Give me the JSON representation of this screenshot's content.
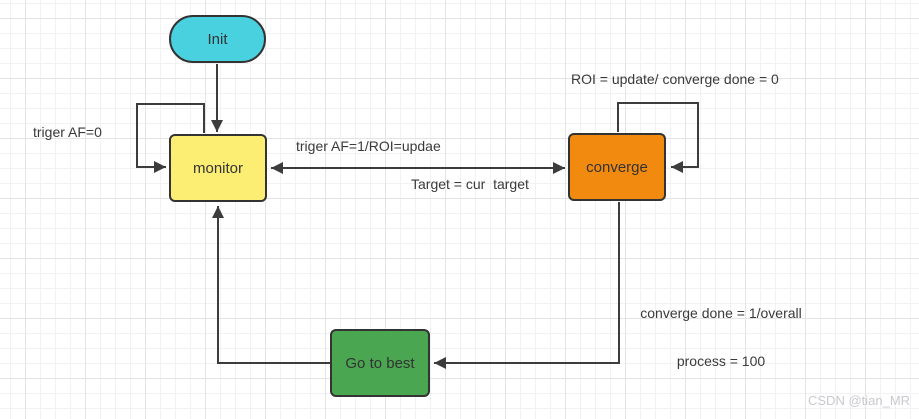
{
  "diagram": {
    "nodes": {
      "init": {
        "label": "Init",
        "fill": "#4ad1e0"
      },
      "monitor": {
        "label": "monitor",
        "fill": "#fcee72"
      },
      "converge": {
        "label": "converge",
        "fill": "#f18a0e"
      },
      "go_to_best": {
        "label": "Go to best",
        "fill": "#4aa650"
      }
    },
    "edge_labels": {
      "monitor_self": "triger AF=0",
      "monitor_converge_top": "triger AF=1/ROI=updae",
      "monitor_converge_bottom": "Target = cur  target",
      "converge_self": "ROI = update/ converge done = 0",
      "converge_to_best_line1": "converge done = 1/overall",
      "converge_to_best_line2": "process = 100"
    },
    "watermark": "CSDN @tian_MR",
    "colors": {
      "edge_stroke": "#3c3c3c",
      "node_border": "#333333",
      "label_text": "#3a3a3a",
      "watermark_text": "#c9c9cf"
    }
  }
}
